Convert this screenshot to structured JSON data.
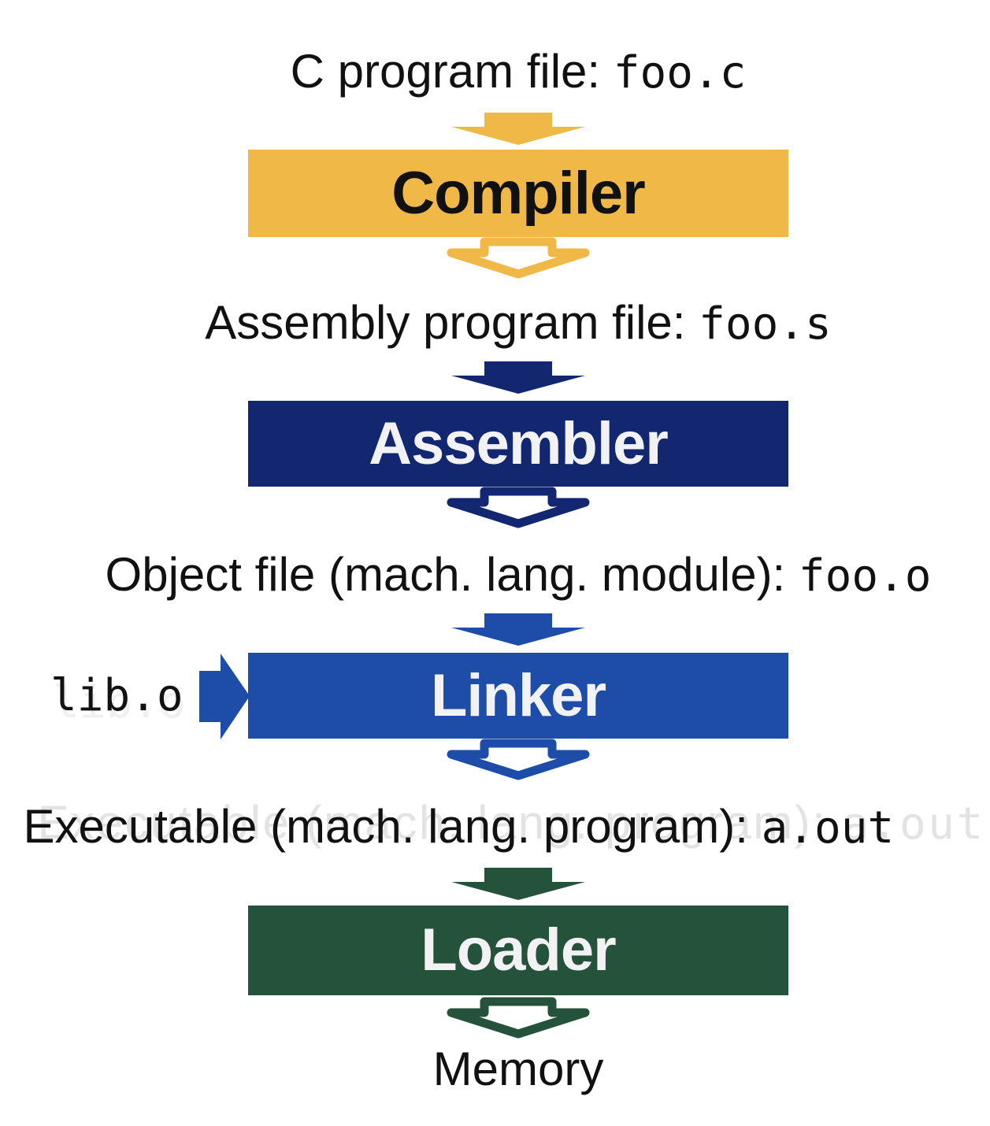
{
  "colors": {
    "gold": "#F0B846",
    "navy": "#122770",
    "blue": "#1E4CA9",
    "green": "#24523A",
    "ink": "#111111",
    "box_text": "#F2F2F4",
    "ghost": "#E3E3E3"
  },
  "flow": {
    "source": {
      "label": "C program file: ",
      "code": "foo.c"
    },
    "compiler": {
      "title": "Compiler"
    },
    "assembly": {
      "label": "Assembly program file: ",
      "code": "foo.s"
    },
    "assembler": {
      "title": "Assembler"
    },
    "object": {
      "label": "Object file (mach. lang. module): ",
      "code": "foo.o"
    },
    "lib": {
      "code": "lib.o"
    },
    "linker": {
      "title": "Linker"
    },
    "executable": {
      "label": "Executable (mach. lang. program): ",
      "code": "a.out"
    },
    "loader": {
      "title": "Loader"
    },
    "memory": {
      "label": "Memory"
    }
  }
}
